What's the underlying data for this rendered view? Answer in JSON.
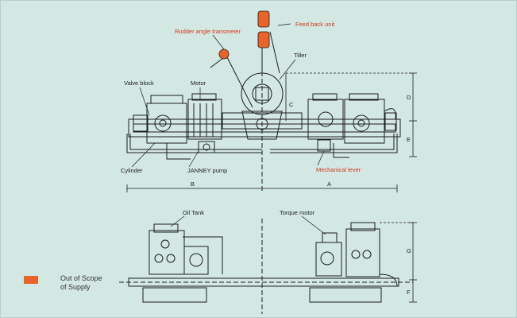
{
  "labels": {
    "feed_back_unit": "Feed back unit",
    "rudder_angle_transmeter": "Rudder angle transmeter",
    "tiller": "Tiller",
    "valve_block": "Valve block",
    "motor": "Motor",
    "cylinder": "Cylinder",
    "janney_pump": "JANNEY pump",
    "mechanical_lever": "Mechanical lever",
    "oil_tank": "Oil Tank",
    "torque_motor": "Torque motor"
  },
  "dimensions": {
    "a": "A",
    "b": "B",
    "c": "C",
    "d": "D",
    "e": "E",
    "f": "F",
    "g": "G"
  },
  "legend": {
    "text": "Out of Scope\nof Supply",
    "color": "#e8642a"
  },
  "colors": {
    "background": "#d3e7e3",
    "linework": "#1c1c1c",
    "out_of_scope": "#e8642a",
    "label_red": "#d2381c"
  }
}
